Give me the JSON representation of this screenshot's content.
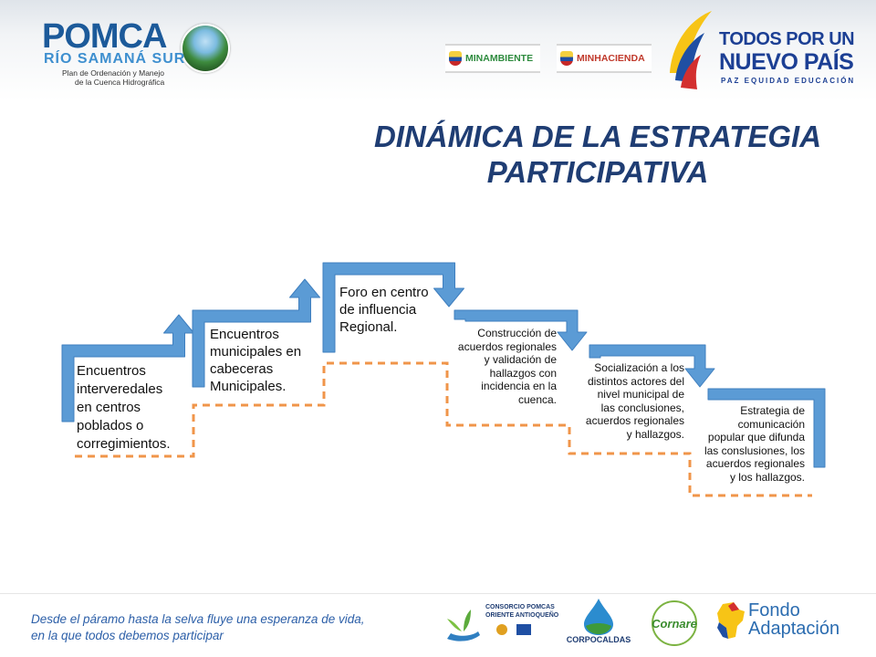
{
  "header": {
    "pomca": {
      "brand": "POMCA",
      "river": "RÍO SAMANÁ SUR",
      "subtitle_line1": "Plan de Ordenación y Manejo",
      "subtitle_line2": "de la Cuenca Hidrográfica"
    },
    "ministries": [
      "MINAMBIENTE",
      "MINHACIENDA"
    ],
    "government": {
      "line1": "TODOS POR UN",
      "line2": "NUEVO PAÍS",
      "line3": "PAZ  EQUIDAD  EDUCACIÓN"
    }
  },
  "title": {
    "line1": "DINÁMICA DE LA ESTRATEGIA",
    "line2": "PARTICIPATIVA"
  },
  "steps": [
    {
      "lines": [
        "Encuentros",
        "interveredales",
        "en centros",
        "poblados o",
        "corregimientos."
      ]
    },
    {
      "lines": [
        "Encuentros",
        "municipales en",
        "cabeceras",
        "Municipales."
      ]
    },
    {
      "lines": [
        "Foro en centro",
        "de influencia",
        "Regional."
      ]
    },
    {
      "lines": [
        "Construcción de",
        "acuerdos regionales",
        "y validación de",
        "hallazgos con",
        "incidencia en la",
        "cuenca."
      ]
    },
    {
      "lines": [
        "Socialización a los",
        "distintos actores del",
        "nivel municipal de",
        "las conclusiones,",
        "acuerdos regionales",
        "y hallazgos."
      ]
    },
    {
      "lines": [
        "Estrategia de",
        "comunicación",
        "popular que difunda",
        "las conslusiones, los",
        "acuerdos regionales",
        "y los hallazgos."
      ]
    }
  ],
  "colors": {
    "arrow": "#5b9bd5",
    "arrow_dark": "#3f7fbf",
    "dashed": "#f0954a",
    "title": "#1f3d73",
    "footer_text": "#2c5fa8"
  },
  "footer": {
    "tagline_line1": "Desde el páramo hasta la selva fluye una esperanza de vida,",
    "tagline_line2": "en la que todos debemos participar",
    "logos": {
      "consorcio_line1": "CONSORCIO POMCAS",
      "consorcio_line2": "ORIENTE ANTIOQUEÑO",
      "corpocaldas": "CORPOCALDAS",
      "cornare": "Cornare",
      "fondo_line1": "Fondo",
      "fondo_line2": "Adaptación"
    }
  }
}
